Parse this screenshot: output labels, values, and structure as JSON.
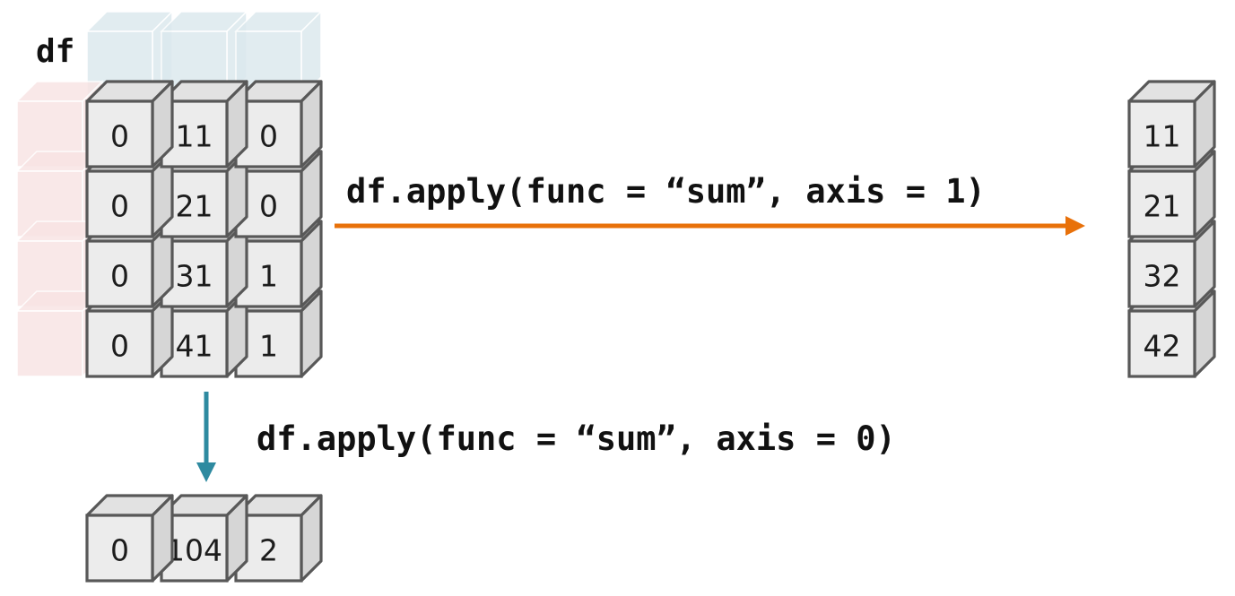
{
  "dataframe": {
    "label": "df",
    "rows": [
      [
        "0",
        "11",
        "0"
      ],
      [
        "0",
        "21",
        "0"
      ],
      [
        "0",
        "31",
        "1"
      ],
      [
        "0",
        "41",
        "1"
      ]
    ]
  },
  "row_sum": {
    "code": "df.apply(func = “sum”, axis = 1)",
    "values": [
      "11",
      "21",
      "32",
      "42"
    ]
  },
  "col_sum": {
    "code": "df.apply(func = “sum”, axis = 0)",
    "values": [
      "0",
      "104",
      "2"
    ]
  },
  "colors": {
    "cube_front": "#ececec",
    "cube_top": "#e2e2e2",
    "cube_side": "#d6d6d6",
    "cube_edge": "#585858",
    "column_header_ghost": "#dce9ee",
    "row_index_ghost": "#f8e4e4",
    "axis1_arrow": "#e8710a",
    "axis0_arrow": "#2e8aa0"
  }
}
